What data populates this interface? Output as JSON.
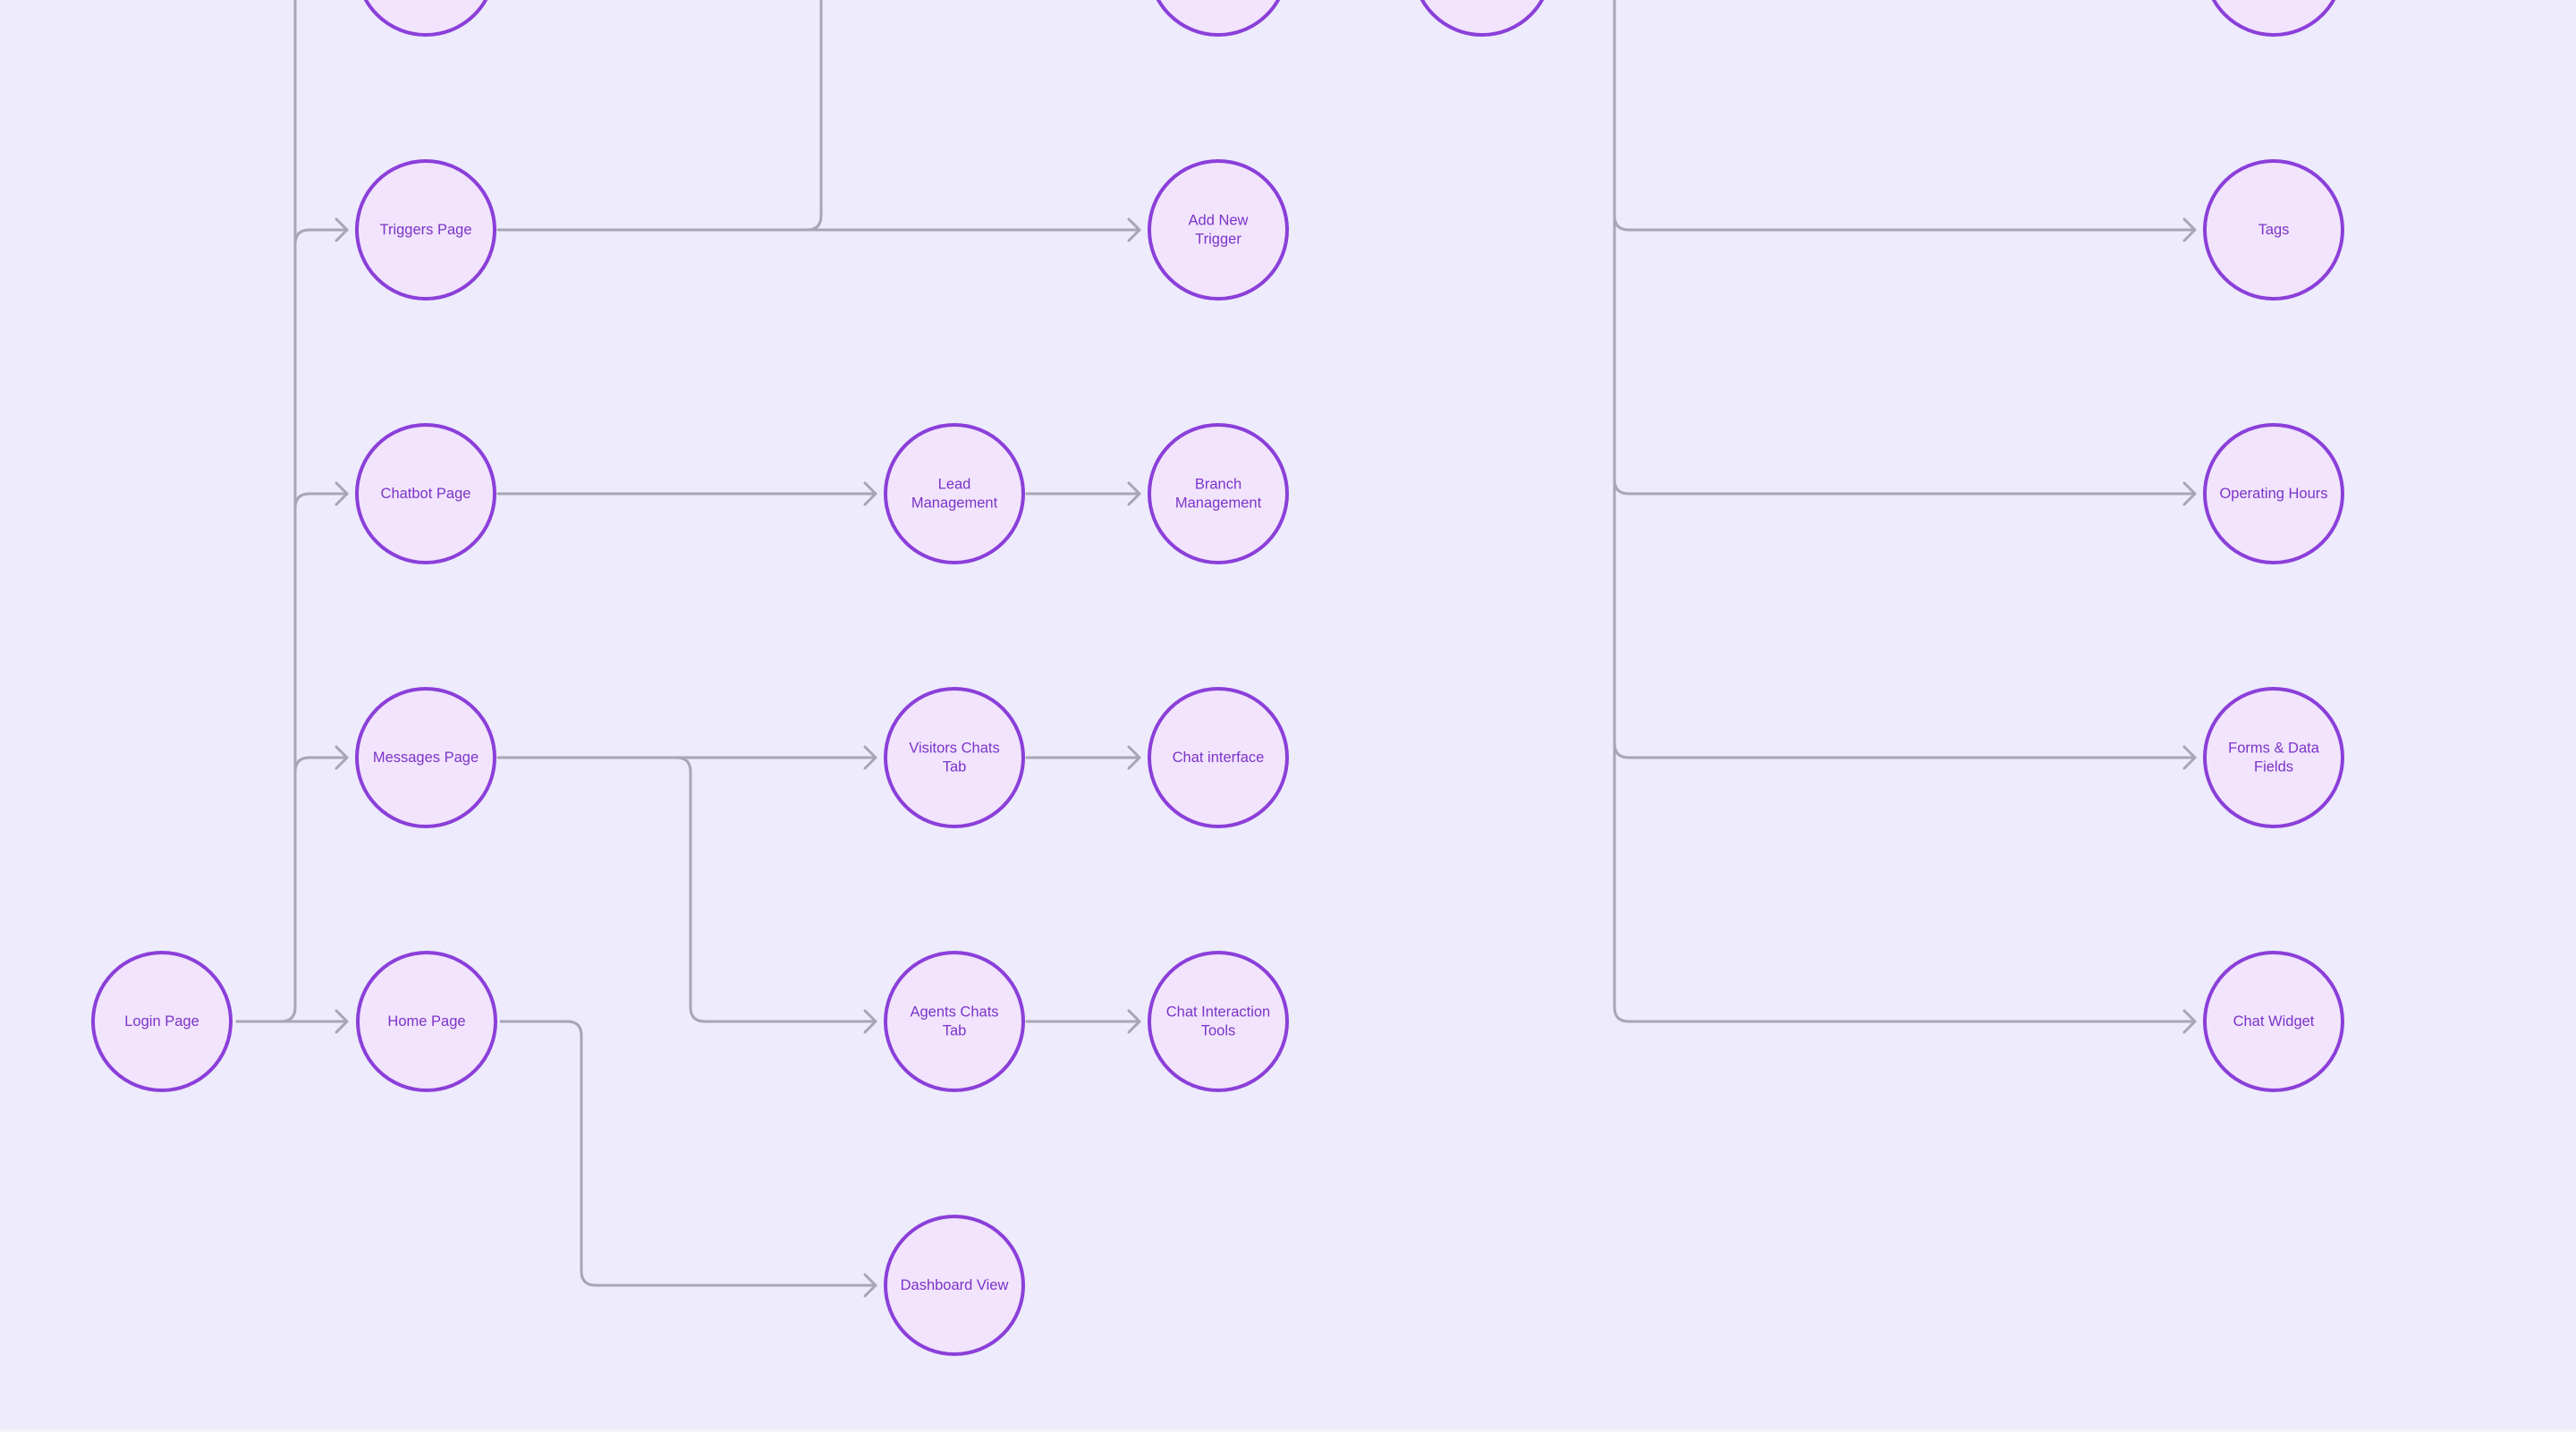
{
  "diagram": {
    "nodes": [
      {
        "id": "top1",
        "lines": []
      },
      {
        "id": "top2",
        "lines": []
      },
      {
        "id": "top3",
        "lines": []
      },
      {
        "id": "top4",
        "lines": []
      },
      {
        "id": "triggers",
        "lines": [
          "Triggers Page"
        ]
      },
      {
        "id": "add-trigger",
        "lines": [
          "Add New",
          "Trigger"
        ]
      },
      {
        "id": "tags",
        "lines": [
          "Tags"
        ]
      },
      {
        "id": "chatbot",
        "lines": [
          "Chatbot Page"
        ]
      },
      {
        "id": "lead",
        "lines": [
          "Lead",
          "Management"
        ]
      },
      {
        "id": "branch",
        "lines": [
          "Branch",
          "Management"
        ]
      },
      {
        "id": "hours",
        "lines": [
          "Operating Hours"
        ]
      },
      {
        "id": "messages",
        "lines": [
          "Messages Page"
        ]
      },
      {
        "id": "visitors",
        "lines": [
          "Visitors Chats",
          "Tab"
        ]
      },
      {
        "id": "chat-interface",
        "lines": [
          "Chat interface"
        ]
      },
      {
        "id": "forms",
        "lines": [
          "Forms & Data",
          "Fields"
        ]
      },
      {
        "id": "login",
        "lines": [
          "Login Page"
        ]
      },
      {
        "id": "home",
        "lines": [
          "Home Page"
        ]
      },
      {
        "id": "agents",
        "lines": [
          "Agents Chats",
          "Tab"
        ]
      },
      {
        "id": "interaction-tools",
        "lines": [
          "Chat Interaction",
          "Tools"
        ]
      },
      {
        "id": "widget",
        "lines": [
          "Chat Widget"
        ]
      },
      {
        "id": "dashboard",
        "lines": [
          "Dashboard View"
        ]
      }
    ],
    "edges": [
      {
        "from": "login",
        "to": "home"
      },
      {
        "from": "login",
        "to": "messages"
      },
      {
        "from": "login",
        "to": "chatbot"
      },
      {
        "from": "login",
        "to": "triggers"
      },
      {
        "from": "triggers",
        "to": "add-trigger"
      },
      {
        "from": "chatbot",
        "to": "lead"
      },
      {
        "from": "lead",
        "to": "branch"
      },
      {
        "from": "messages",
        "to": "visitors"
      },
      {
        "from": "messages",
        "to": "agents"
      },
      {
        "from": "visitors",
        "to": "chat-interface"
      },
      {
        "from": "agents",
        "to": "interaction-tools"
      },
      {
        "from": "home",
        "to": "dashboard"
      },
      {
        "to": "tags"
      },
      {
        "to": "hours"
      },
      {
        "to": "forms"
      },
      {
        "to": "widget"
      }
    ],
    "colors": {
      "background": "#EDEBFC",
      "node_fill": "#F2E4FC",
      "node_stroke": "#8B3FD9",
      "node_text": "#7B34C9",
      "edge": "#A9A6B3"
    }
  }
}
